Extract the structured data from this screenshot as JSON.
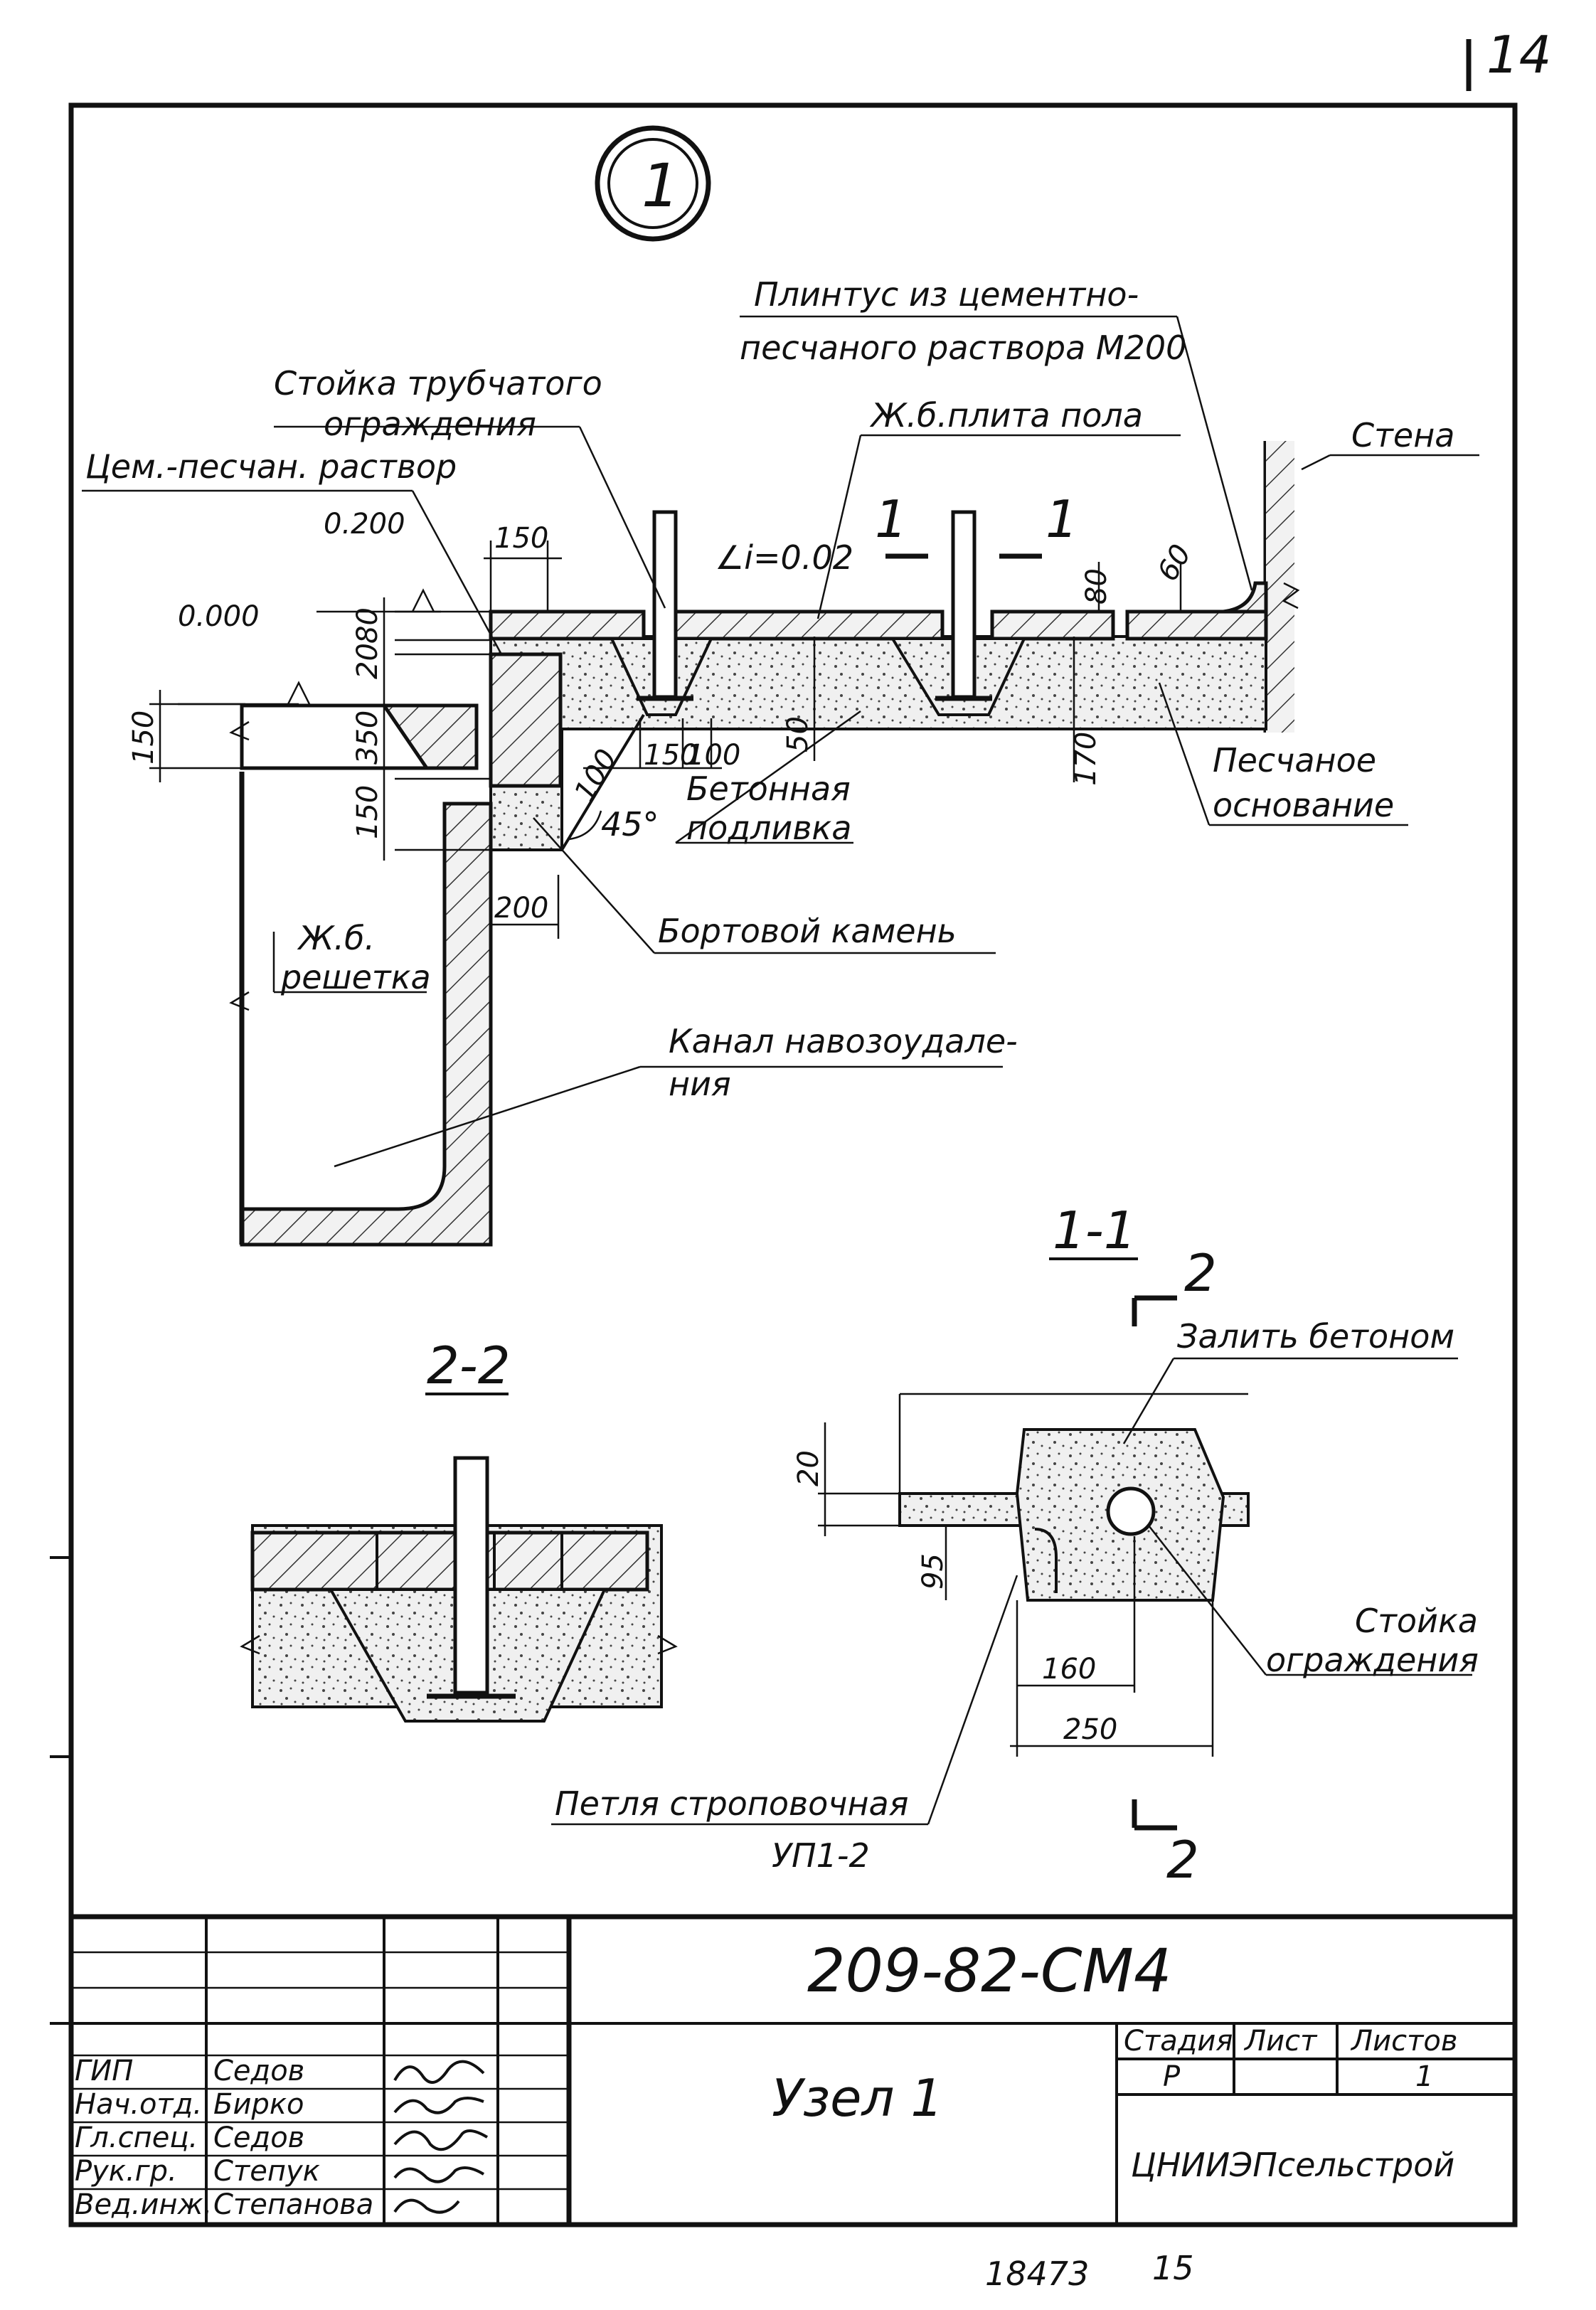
{
  "page_number": "14",
  "node_number": "1",
  "labels": {
    "plinth_line1": "Плинтус из цементно-",
    "plinth_line2": "песчаного раствора М200",
    "post_line1": "Стойка трубчатого",
    "post_line2": "ограждения",
    "mortar": "Цем.-песчан. раствор",
    "floor_slab": "Ж.б.плита пола",
    "wall": "Стена",
    "sand_base_line1": "Песчаное",
    "sand_base_line2": "основание",
    "concrete_pour_line1": "Бетонная",
    "concrete_pour_line2": "подливка",
    "curb_stone": "Бортовой камень",
    "grate_line1": "Ж.б.",
    "grate_line2": "решетка",
    "channel_line1": "Канал навозоудале-",
    "channel_line2": "ния",
    "pour_concrete": "Залить бетоном",
    "fence_post_line1": "Стойка",
    "fence_post_line2": "ограждения",
    "loop_line1": "Петля строповочная",
    "loop_line2": "УП1-2",
    "slope": "∠i=0.02",
    "angle": "45°"
  },
  "levels": {
    "upper": "0.200",
    "lower": "0.000"
  },
  "dimensions": {
    "d150_top": "150",
    "d80_a": "80",
    "d20": "20",
    "d350": "350",
    "d150_left": "150",
    "d150_mid": "150",
    "d150_b": "150",
    "d100_a": "100",
    "d100_b": "100",
    "d200": "200",
    "d50": "50",
    "d80_b": "80",
    "d60": "60",
    "d170": "170",
    "s_20": "20",
    "s_95": "95",
    "s_160": "160",
    "s_250": "250"
  },
  "sections": {
    "section_1_1": "1-1",
    "section_2_2": "2-2",
    "cut_mark_1": "1",
    "cut_mark_2": "2"
  },
  "title_block": {
    "doc_code": "209-82-СМ4",
    "sheet_title": "Узел 1",
    "organization": "ЦНИИЭПсельстрой",
    "stage_header": "Стадия",
    "sheet_header": "Лист",
    "sheets_header": "Листов",
    "stage_value": "Р",
    "sheet_value": "",
    "sheets_value": "1",
    "roles": [
      "ГИП",
      "Нач.отд.",
      "Гл.спец.",
      "Рук.гр.",
      "Вед.инж."
    ],
    "names": [
      "Седов",
      "Бирко",
      "Седов",
      "Степук",
      "Степанова"
    ]
  },
  "footer": {
    "archive_no": "18473",
    "page": "15"
  }
}
